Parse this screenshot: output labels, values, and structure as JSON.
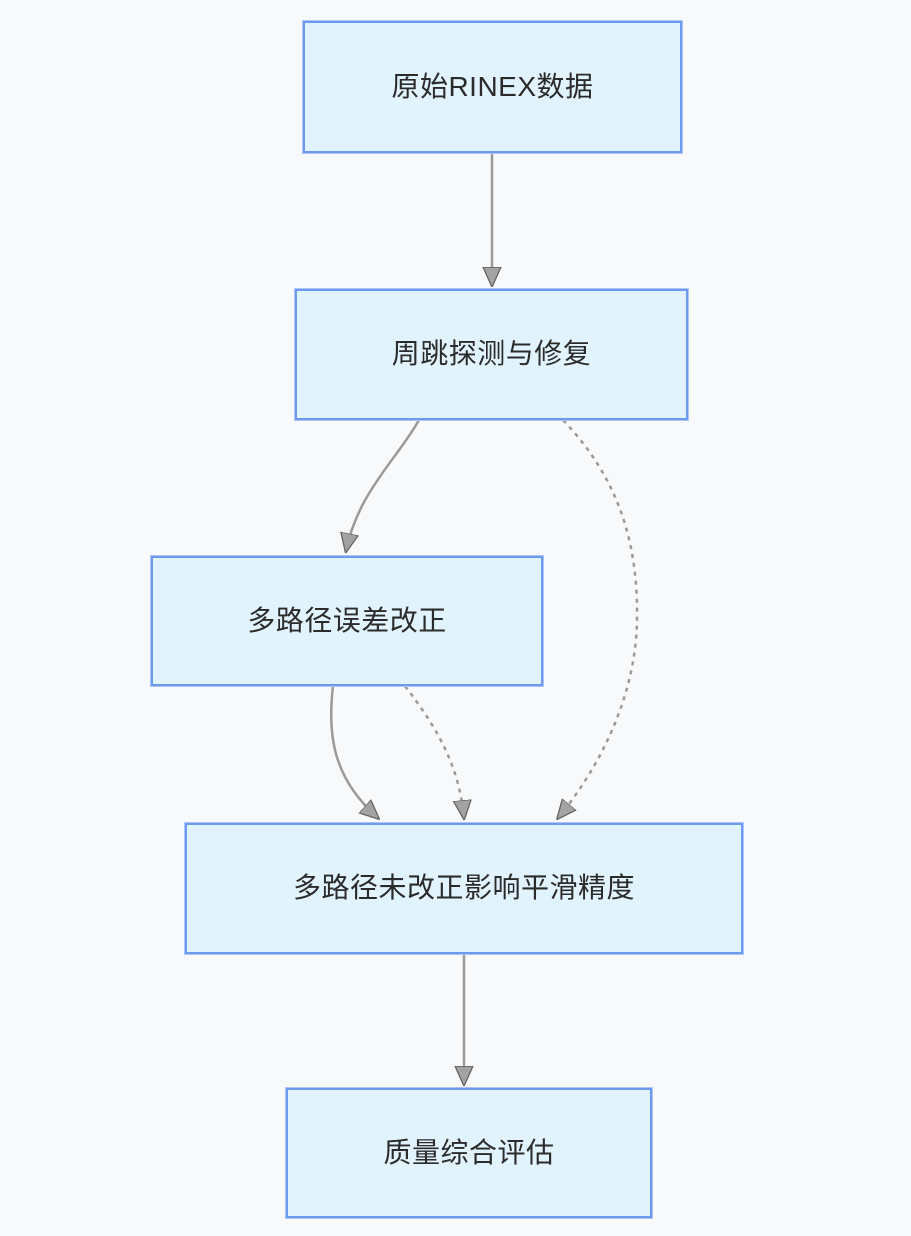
{
  "diagram": {
    "type": "flowchart",
    "direction": "top-down",
    "nodes": [
      {
        "id": "raw-rinex-data",
        "label": "原始RINEX数据"
      },
      {
        "id": "cycle-slip-detection-repair",
        "label": "周跳探测与修复"
      },
      {
        "id": "multipath-error-correction",
        "label": "多路径误差改正"
      },
      {
        "id": "multipath-uncorrected-impact",
        "label": "多路径未改正影响平滑精度"
      },
      {
        "id": "quality-assessment",
        "label": "质量综合评估"
      }
    ],
    "edges": [
      {
        "from": "raw-rinex-data",
        "to": "cycle-slip-detection-repair",
        "style": "solid"
      },
      {
        "from": "cycle-slip-detection-repair",
        "to": "multipath-error-correction",
        "style": "solid"
      },
      {
        "from": "cycle-slip-detection-repair",
        "to": "multipath-uncorrected-impact",
        "style": "dashed"
      },
      {
        "from": "multipath-error-correction",
        "to": "multipath-uncorrected-impact",
        "style": "solid"
      },
      {
        "from": "multipath-error-correction",
        "to": "multipath-uncorrected-impact",
        "style": "dashed"
      },
      {
        "from": "multipath-uncorrected-impact",
        "to": "quality-assessment",
        "style": "solid"
      }
    ],
    "colors": {
      "background": "#f8f9fa",
      "node_fill": "#e1f3fd",
      "node_border": "#6d9aee",
      "node_border_halo": "#abc5f7",
      "edge_line": "#9a9a9a",
      "arrowhead_fill": "#a3a3a3",
      "arrowhead_stroke": "#666666",
      "text": "#2b2b2b"
    }
  }
}
